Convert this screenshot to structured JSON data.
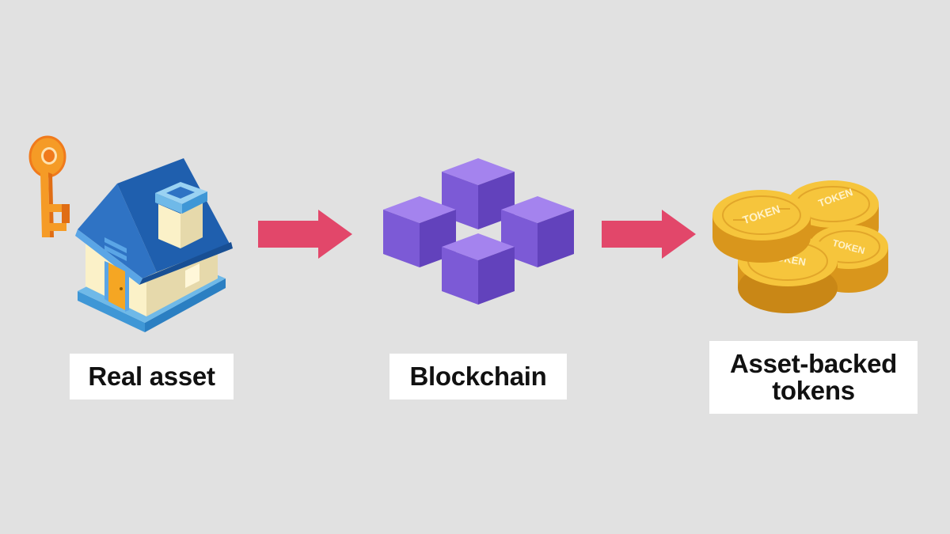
{
  "diagram": {
    "steps": [
      {
        "id": "real-asset",
        "label": "Real asset",
        "icon": "house-with-key-icon"
      },
      {
        "id": "blockchain",
        "label": "Blockchain",
        "icon": "blockchain-cubes-icon"
      },
      {
        "id": "tokens",
        "label_line1": "Asset-backed",
        "label_line2": "tokens",
        "icon": "token-coins-icon"
      }
    ],
    "connectors": [
      {
        "from": "real-asset",
        "to": "blockchain",
        "icon": "arrow-right-icon"
      },
      {
        "from": "blockchain",
        "to": "tokens",
        "icon": "arrow-right-icon"
      }
    ],
    "coin_text": "TOKEN",
    "colors": {
      "background": "#e1e1e1",
      "arrow": "#e2476a",
      "cube": "#7c5ad6",
      "coin": "#f3bb2f",
      "roof": "#2f73c4",
      "key": "#f07a1c"
    }
  }
}
